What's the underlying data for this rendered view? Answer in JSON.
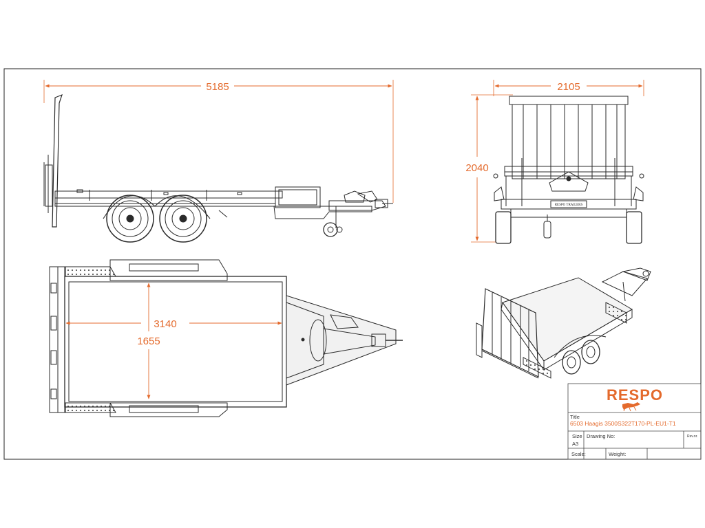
{
  "dimensions": {
    "length": "5185",
    "width": "2105",
    "height": "2040",
    "bed_length": "3140",
    "bed_width": "1655"
  },
  "rear_plate_text": "RESPO TRAILERS",
  "title_block": {
    "logo": "RESPO",
    "title_label": "Title",
    "title_value": "6503 Haagis 3500S322T170-PL-EU1-T1",
    "size_label": "Size",
    "size_value": "A3",
    "drawing_no_label": "Drawing No:",
    "rev_label": "Rev.nr.",
    "scale_label": "Scale:",
    "weight_label": "Weight:"
  },
  "colors": {
    "dimension": "#e46a2c",
    "line": "#2a2a2a",
    "brand": "#e46a2c"
  }
}
